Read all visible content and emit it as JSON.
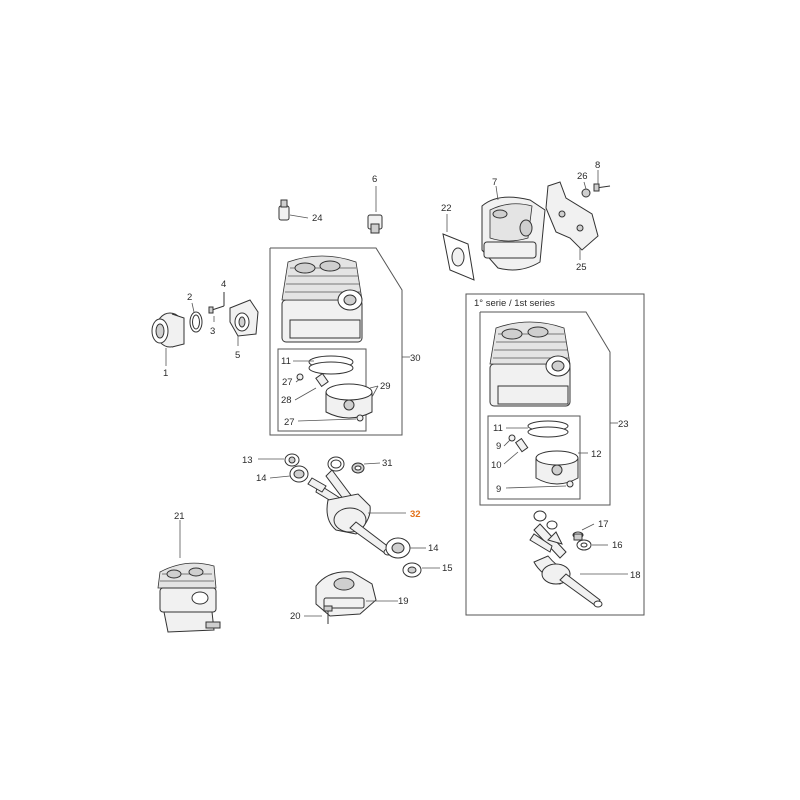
{
  "highlight_color": "#e2721b",
  "series_label": "1° serie / 1st series",
  "callouts": {
    "c1": "1",
    "c2": "2",
    "c3": "3",
    "c4": "4",
    "c5": "5",
    "c6": "6",
    "c7": "7",
    "c8": "8",
    "c24": "24",
    "c26": "26",
    "c22": "22",
    "c25": "25",
    "c30": "30",
    "c11a": "11",
    "c27a": "27",
    "c28": "28",
    "c29": "29",
    "c27b": "27",
    "c13": "13",
    "c14a": "14",
    "c31": "31",
    "c32": "32",
    "c14b": "14",
    "c15": "15",
    "c21": "21",
    "c20": "20",
    "c19": "19",
    "c23": "23",
    "c11b": "11",
    "c9a": "9",
    "c10": "10",
    "c12": "12",
    "c9b": "9",
    "c17": "17",
    "c16": "16",
    "c18": "18"
  }
}
